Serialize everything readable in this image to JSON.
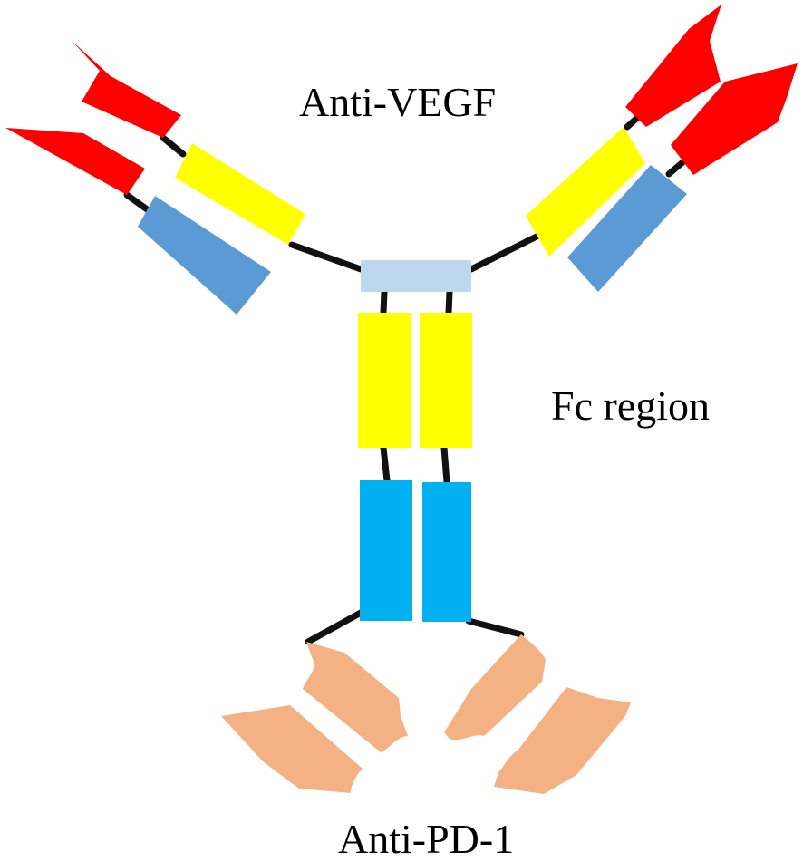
{
  "labels": {
    "anti_vegf": "Anti-VEGF",
    "fc_region": "Fc region",
    "anti_pd1": "Anti-PD-1"
  },
  "colors": {
    "background": "#ffffff",
    "linker": "#111111",
    "vegf_binding_tip": "#ff0000",
    "heavy_chain_constant": "#ffff00",
    "light_chain_constant": "#5b9bd5",
    "hinge": "#bdd7ee",
    "fc_lower_domain": "#00b0f0",
    "pd1_fragment": "#f4b183"
  }
}
